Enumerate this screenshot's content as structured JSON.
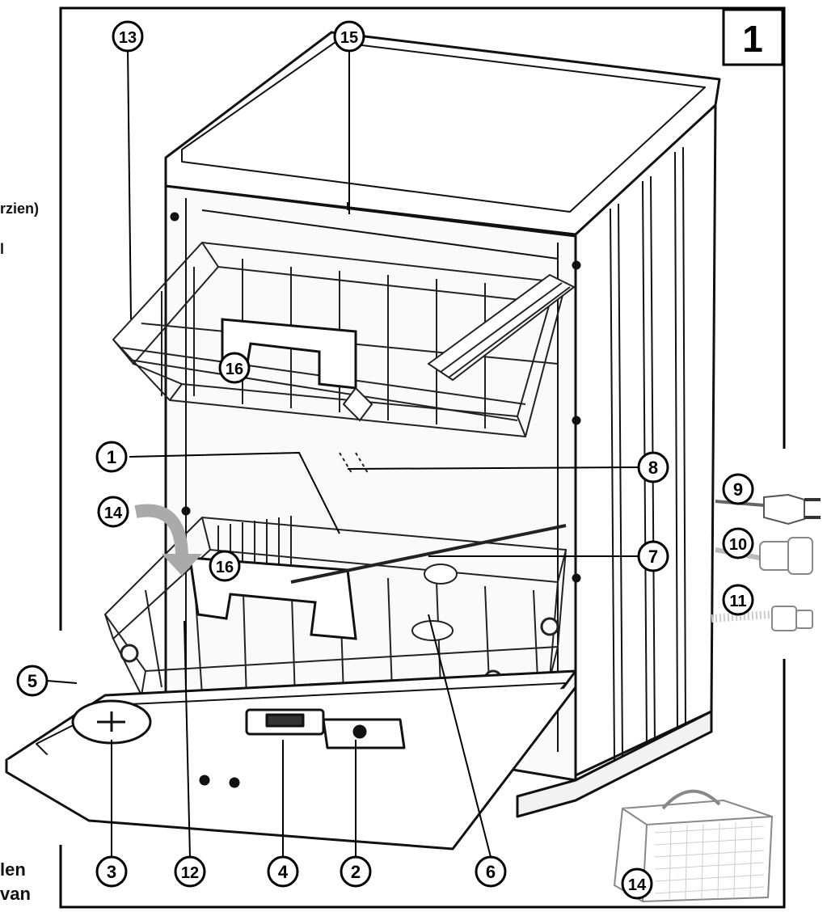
{
  "figure": {
    "number": "1",
    "callouts": [
      {
        "id": "c1",
        "label": "1"
      },
      {
        "id": "c2",
        "label": "2"
      },
      {
        "id": "c3",
        "label": "3"
      },
      {
        "id": "c4",
        "label": "4"
      },
      {
        "id": "c5",
        "label": "5"
      },
      {
        "id": "c6",
        "label": "6"
      },
      {
        "id": "c7",
        "label": "7"
      },
      {
        "id": "c8",
        "label": "8"
      },
      {
        "id": "c9",
        "label": "9"
      },
      {
        "id": "c10",
        "label": "10"
      },
      {
        "id": "c11",
        "label": "11"
      },
      {
        "id": "c12",
        "label": "12"
      },
      {
        "id": "c13",
        "label": "13"
      },
      {
        "id": "c14a",
        "label": "14"
      },
      {
        "id": "c14b",
        "label": "14"
      },
      {
        "id": "c15",
        "label": "15"
      },
      {
        "id": "c16a",
        "label": "16"
      },
      {
        "id": "c16b",
        "label": "16"
      }
    ]
  },
  "margin_text": {
    "fragment_1": "rzien)",
    "fragment_2": "l",
    "fragment_3": "len",
    "fragment_4": "van"
  }
}
